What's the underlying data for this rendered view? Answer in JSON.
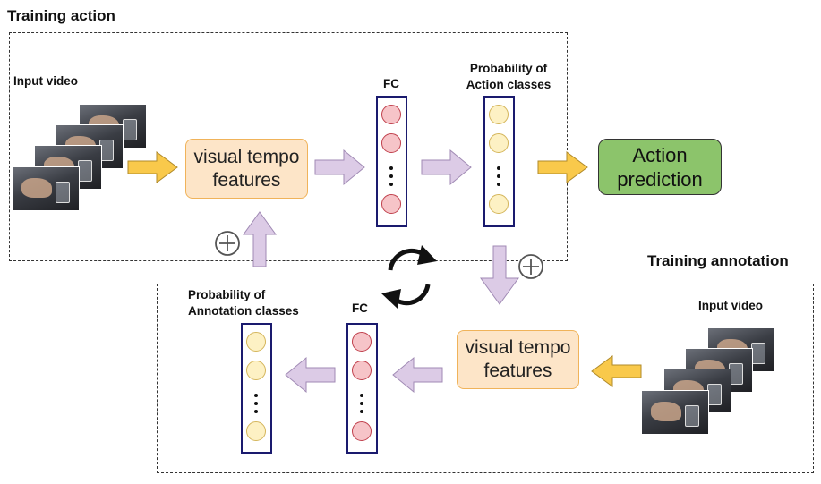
{
  "top": {
    "title": "Training action",
    "input_label": "Input video",
    "features_label": "visual tempo features",
    "fc_label": "FC",
    "prob_label_line1": "Probability of",
    "prob_label_line2": "Action classes",
    "prediction_label": "Action prediction"
  },
  "bottom": {
    "title": "Training annotation",
    "input_label": "Input video",
    "features_label": "visual tempo features",
    "fc_label": "FC",
    "prob_label_line1": "Probability of",
    "prob_label_line2": "Annotation classes"
  },
  "colors": {
    "features_fill": "#fde5c8",
    "features_border": "#f0b35a",
    "prediction_fill": "#8cc46b",
    "column_border": "#1a1a6e",
    "fc_node": "#f6c4c8",
    "prob_node": "#fdf1c4",
    "yellow_arrow": "#f9c94b",
    "lavender_arrow": "#dccbe6"
  },
  "icons": [
    "sum-icon",
    "sum-icon",
    "cycle-arrows-icon"
  ]
}
